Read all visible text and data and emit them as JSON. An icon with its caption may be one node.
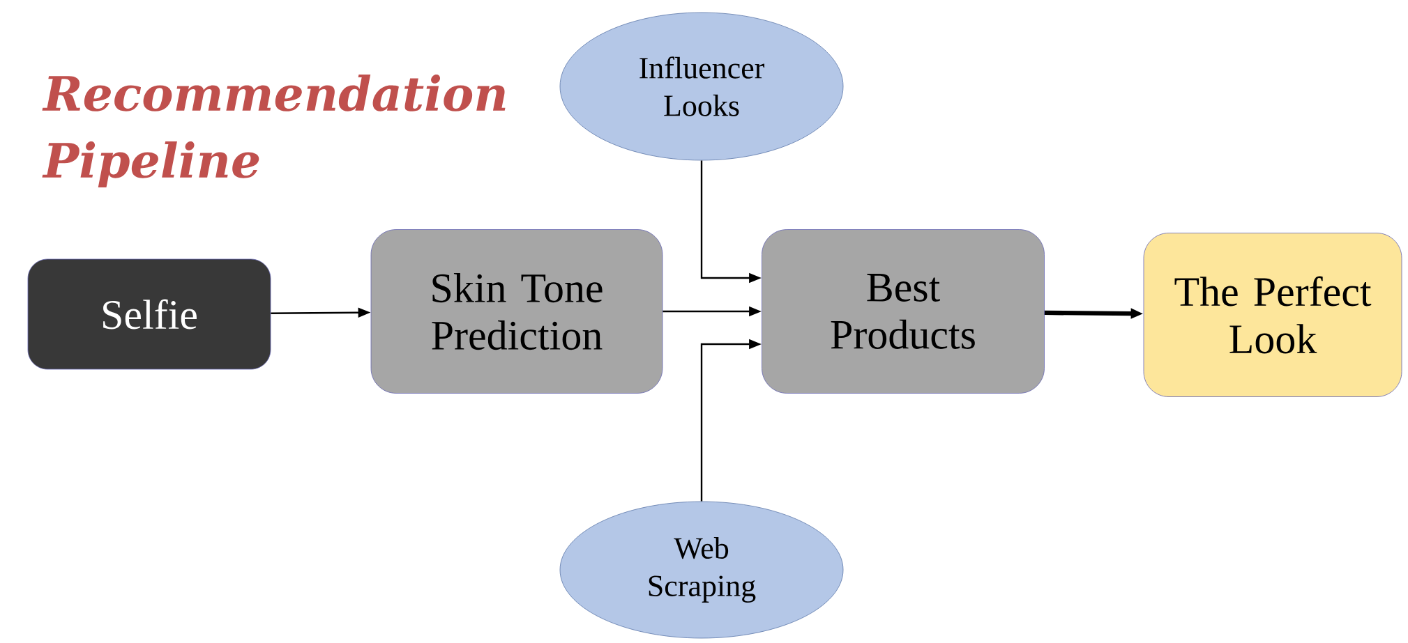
{
  "diagram": {
    "title": "Recommendation Pipeline",
    "nodes": [
      {
        "text": [
          "Selfie"
        ]
      },
      {
        "text": [
          "Skin Tone Prediction"
        ]
      },
      {
        "text": [
          "Influencer Looks"
        ]
      },
      {
        "text": [
          "Best Products"
        ]
      },
      {
        "text": [
          "Web Scraping"
        ]
      },
      {
        "text": [
          "The Perfect Look"
        ]
      }
    ],
    "edges": [
      {
        "from": 0,
        "to": 1,
        "arrow": "to"
      },
      {
        "from": 1,
        "to": 3,
        "arrow": "to"
      },
      {
        "from": 2,
        "to": 3,
        "arrow": "to"
      },
      {
        "from": 4,
        "to": 3,
        "arrow": "to"
      },
      {
        "from": 3,
        "to": 5,
        "arrow": "to",
        "style": "thick"
      }
    ]
  }
}
